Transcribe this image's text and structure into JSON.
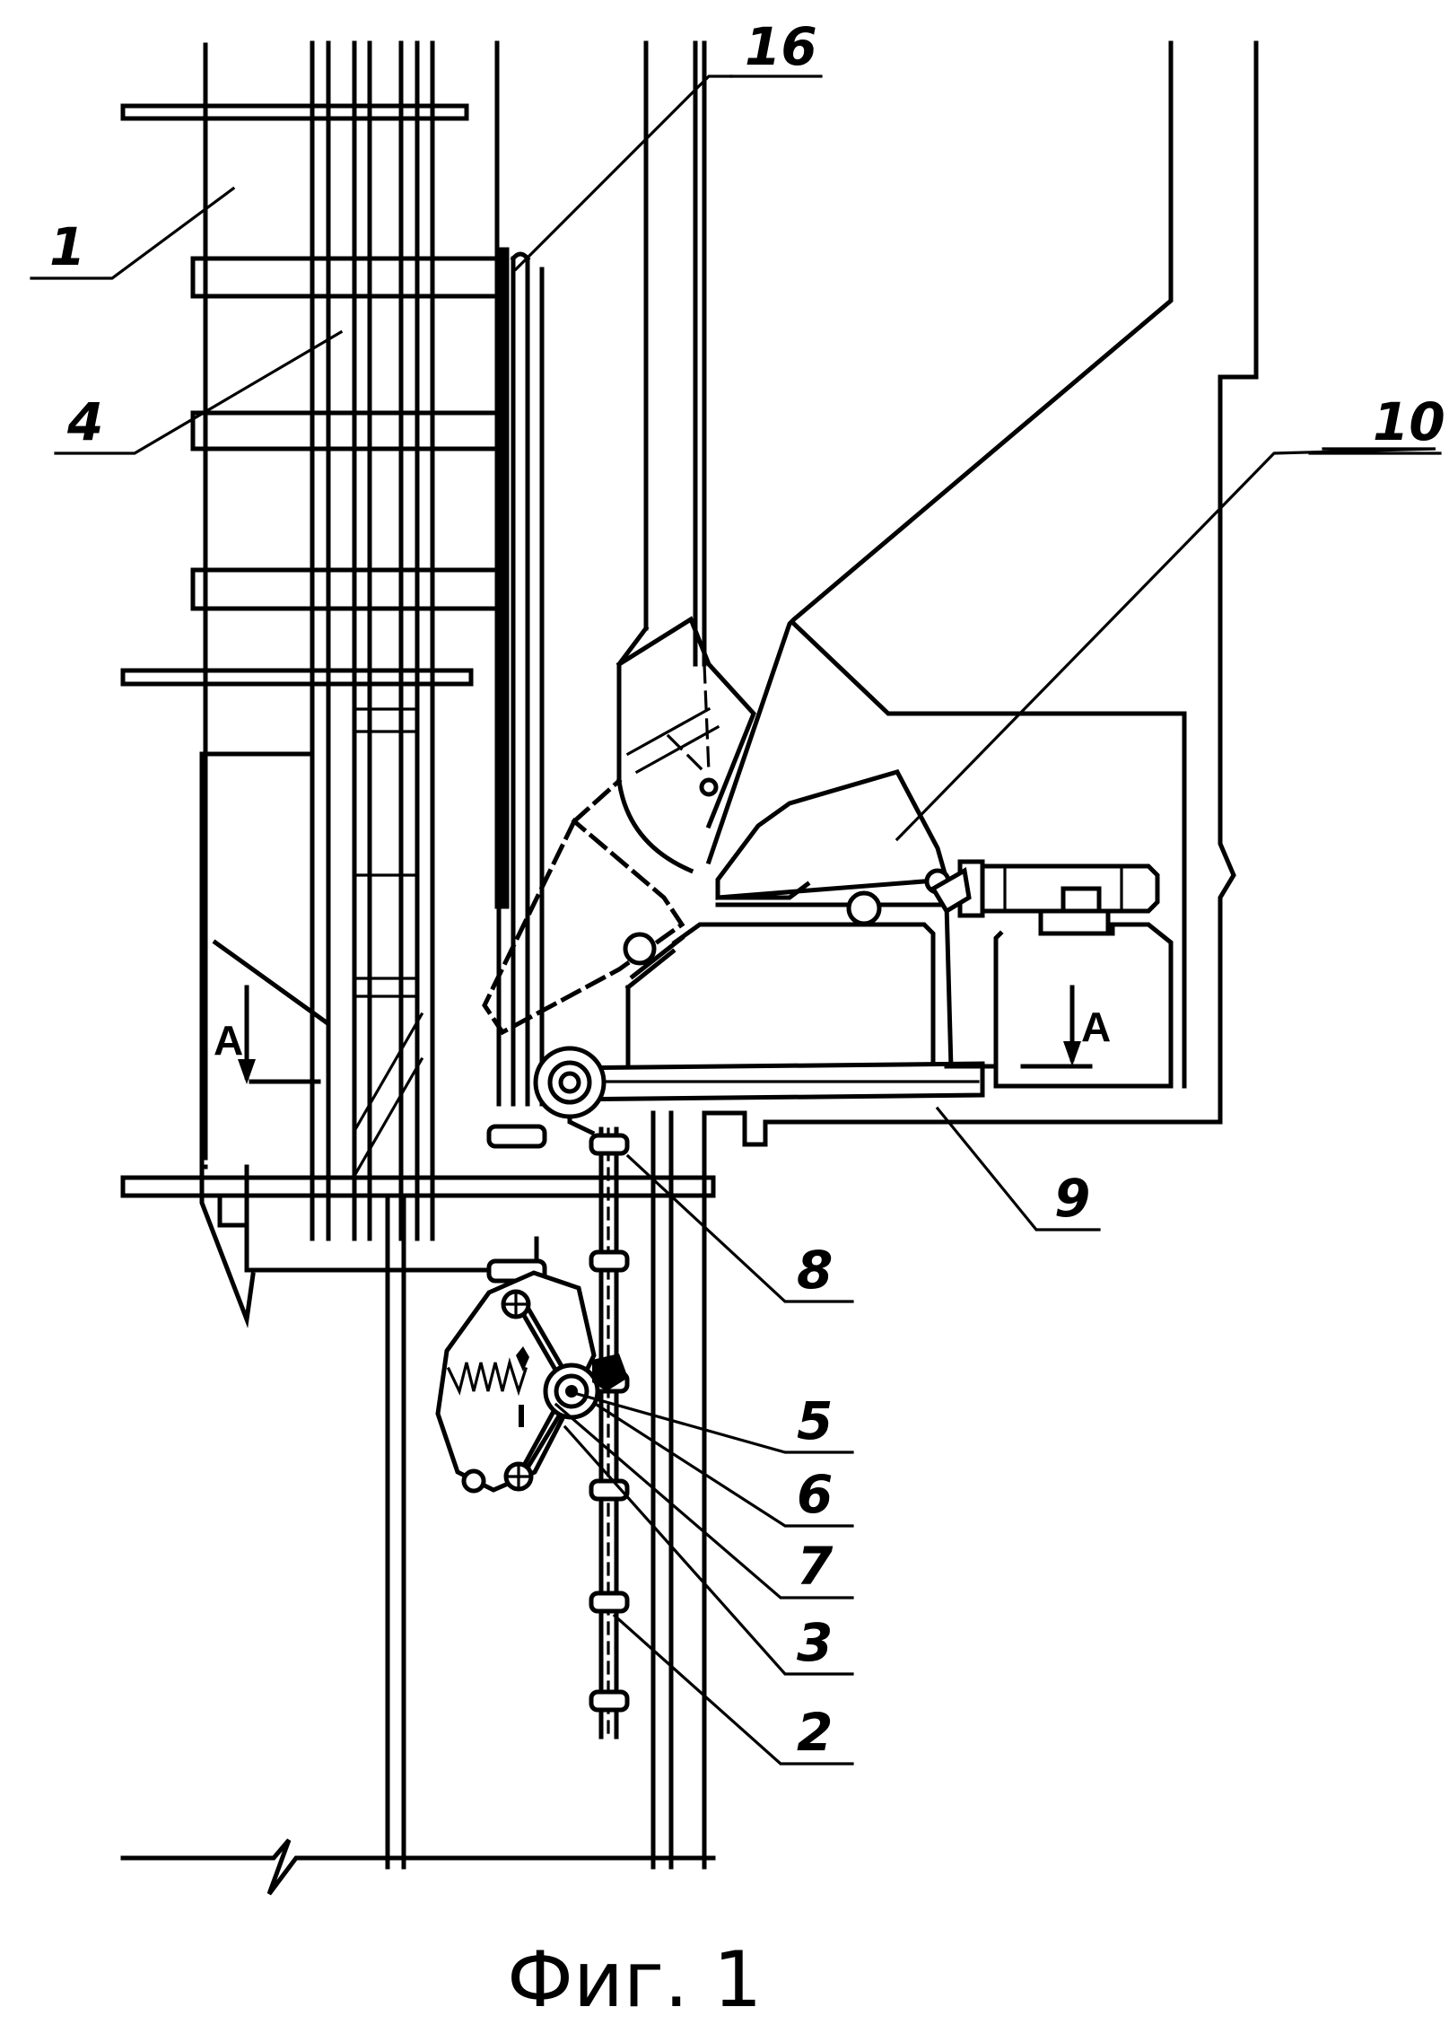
{
  "figure": {
    "caption": "Фиг. 1",
    "section_marker": "A",
    "callouts": [
      {
        "key": "p1",
        "text": "1"
      },
      {
        "key": "p4",
        "text": "4"
      },
      {
        "key": "p16",
        "text": "16"
      },
      {
        "key": "p10",
        "text": "10"
      },
      {
        "key": "p9",
        "text": "9"
      },
      {
        "key": "p8",
        "text": "8"
      },
      {
        "key": "p5",
        "text": "5"
      },
      {
        "key": "p6",
        "text": "6"
      },
      {
        "key": "p7",
        "text": "7"
      },
      {
        "key": "p3",
        "text": "3"
      },
      {
        "key": "p2",
        "text": "2"
      }
    ]
  }
}
